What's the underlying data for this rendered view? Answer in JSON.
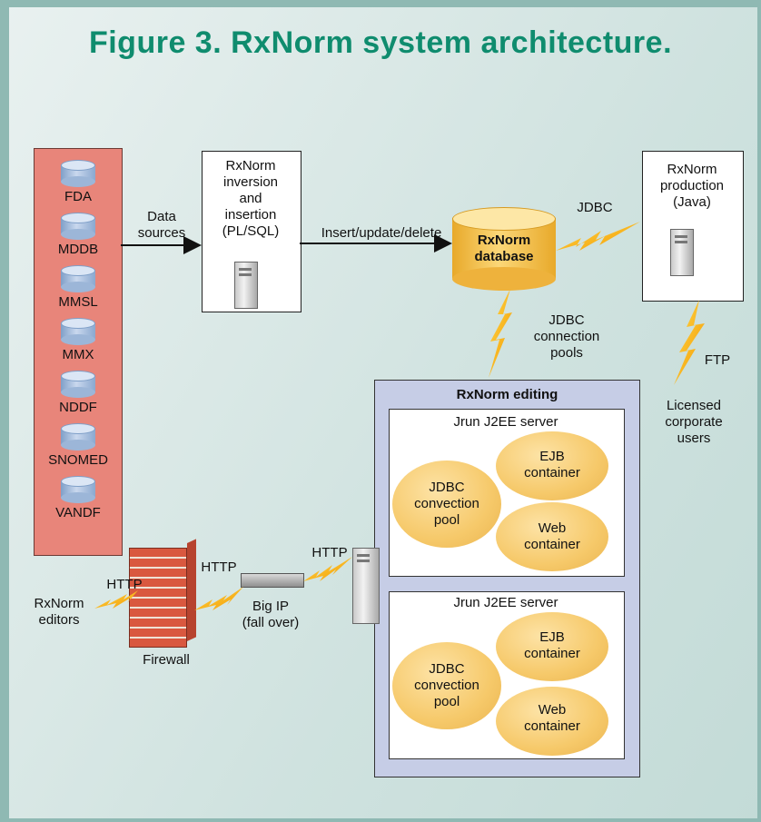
{
  "title": "Figure 3. RxNorm system architecture.",
  "data_sources": [
    "FDA",
    "MDDB",
    "MMSL",
    "MMX",
    "NDDF",
    "SNOMED",
    "VANDF"
  ],
  "labels": {
    "data_sources": "Data\nsources",
    "insert_update_delete": "Insert/update/delete",
    "jdbc": "JDBC",
    "jdbc_pools": "JDBC\nconnection\npools",
    "ftp": "FTP",
    "http": "HTTP"
  },
  "nodes": {
    "inversion": "RxNorm\ninversion\nand\ninsertion\n(PL/SQL)",
    "database": "RxNorm\ndatabase",
    "production": "RxNorm\nproduction\n(Java)",
    "licensed_users": "Licensed\ncorporate\nusers",
    "editing_title": "RxNorm editing",
    "j2ee_server": "Jrun J2EE server",
    "jdbc_pool": "JDBC\nconvection\npool",
    "ejb_container": "EJB\ncontainer",
    "web_container": "Web\ncontainer",
    "editors": "RxNorm\neditors",
    "firewall": "Firewall",
    "big_ip": "Big IP\n(fall over)"
  },
  "colors": {
    "title": "#0f8c6e",
    "sources_bg": "#e8857a",
    "editing_bg": "#c6cde6",
    "container": "#f6c96a",
    "lightning": "#f3a200"
  },
  "icons": [
    "database-cylinder-icon",
    "server-tower-icon",
    "firewall-icon",
    "router-icon",
    "lightning-connection-icon"
  ]
}
